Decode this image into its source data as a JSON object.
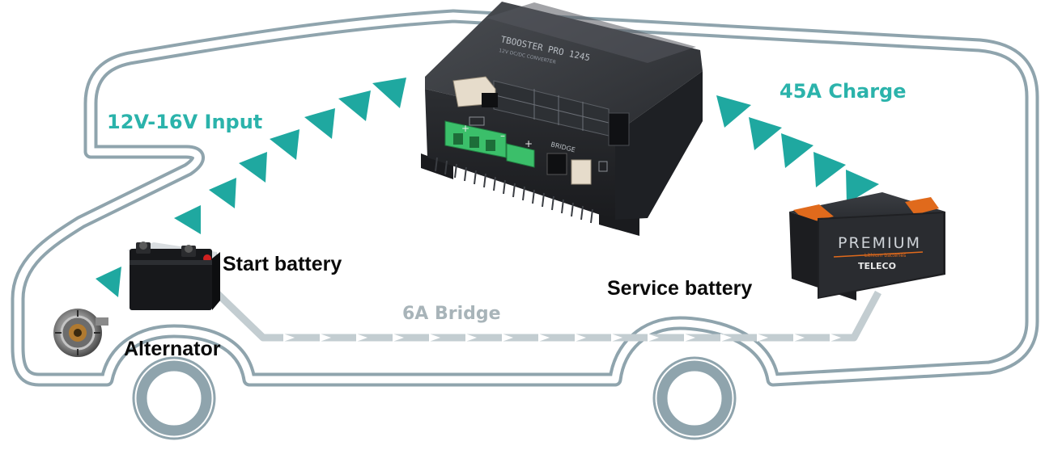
{
  "labels": {
    "input": "12V-16V Input",
    "charge": "45A Charge",
    "bridge": "6A Bridge",
    "start_battery": "Start battery",
    "service_battery": "Service battery",
    "alternator": "Alternator"
  },
  "device": {
    "title": "TBOOSTER PRO 1245",
    "subtitle": "12V DC/DC CONVERTER",
    "bridge_label": "BRIDGE",
    "plus": "+",
    "minus": "–"
  },
  "service_battery_branding": {
    "brand": "PREMIUM",
    "tagline": "Lithium batteries",
    "maker": "TELECO"
  },
  "colors": {
    "accent_teal": "#1fa8a0",
    "outline": "#8fa4ad",
    "bridge_line": "#c3cdd1",
    "label_teal": "#2bb3ab",
    "connector_green": "#3bbf6a",
    "battery_orange": "#e06a1c"
  }
}
